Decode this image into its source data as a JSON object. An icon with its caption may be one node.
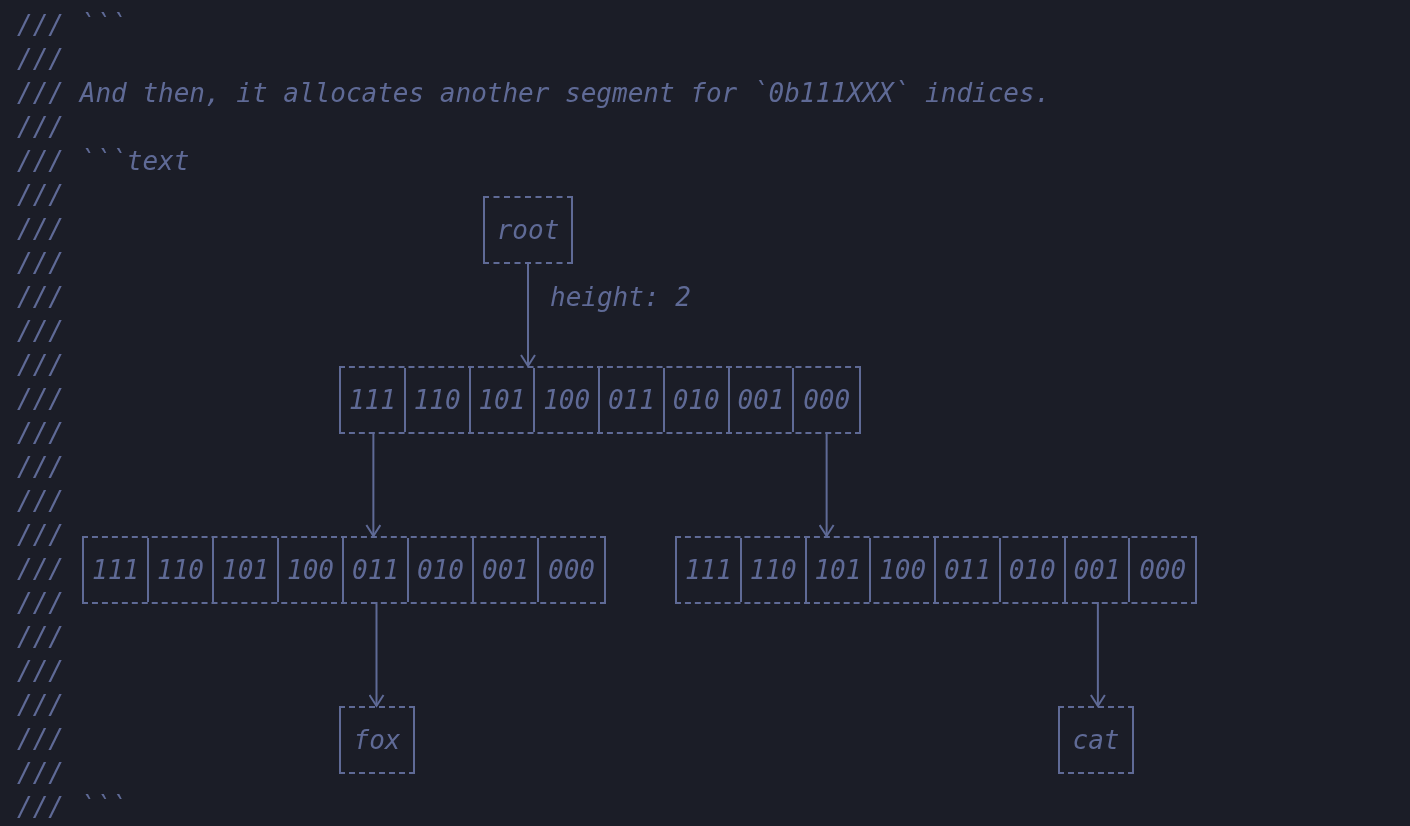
{
  "diagram": {
    "nodes": [
      {
        "text": [
          "root"
        ]
      },
      {
        "text": [],
        "shape": "box"
      },
      {
        "text": [
          "111"
        ],
        "in": 1
      },
      {
        "text": [
          "110"
        ],
        "in": 1
      },
      {
        "text": [
          "101"
        ],
        "in": 1
      },
      {
        "text": [
          "100"
        ],
        "in": 1
      },
      {
        "text": [
          "011"
        ],
        "in": 1
      },
      {
        "text": [
          "010"
        ],
        "in": 1
      },
      {
        "text": [
          "001"
        ],
        "in": 1
      },
      {
        "text": [
          "000"
        ],
        "in": 1
      },
      {
        "text": [],
        "shape": "box"
      },
      {
        "text": [
          "111"
        ],
        "in": 10
      },
      {
        "text": [
          "110"
        ],
        "in": 10
      },
      {
        "text": [
          "101"
        ],
        "in": 10
      },
      {
        "text": [
          "100"
        ],
        "in": 10
      },
      {
        "text": [
          "011"
        ],
        "in": 10
      },
      {
        "text": [
          "010"
        ],
        "in": 10
      },
      {
        "text": [
          "001"
        ],
        "in": 10
      },
      {
        "text": [
          "000"
        ],
        "in": 10
      },
      {
        "text": [],
        "shape": "box"
      },
      {
        "text": [
          "111"
        ],
        "in": 19
      },
      {
        "text": [
          "110"
        ],
        "in": 19
      },
      {
        "text": [
          "101"
        ],
        "in": 19
      },
      {
        "text": [
          "100"
        ],
        "in": 19
      },
      {
        "text": [
          "011"
        ],
        "in": 19
      },
      {
        "text": [
          "010"
        ],
        "in": 19
      },
      {
        "text": [
          "001"
        ],
        "in": 19
      },
      {
        "text": [
          "000"
        ],
        "in": 19
      },
      {
        "text": [
          "fox"
        ]
      },
      {
        "text": [
          "cat"
        ]
      }
    ],
    "edges": [
      {
        "from": 0,
        "to": 1,
        "arrow": "to",
        "label": "height: 2"
      },
      {
        "from": 2,
        "to": 10,
        "arrow": "to"
      },
      {
        "from": 9,
        "to": 19,
        "arrow": "to"
      },
      {
        "from": 15,
        "to": 28,
        "arrow": "to"
      },
      {
        "from": 26,
        "to": 29,
        "arrow": "to"
      }
    ],
    "labels": [
      "///",
      "```",
      "///",
      "///",
      "And then, it allocates another segment for `0b111XXX` indices.",
      "///",
      "///",
      "```text",
      "///",
      "///",
      "///",
      "///",
      "///",
      "///",
      "///",
      "///",
      "///",
      "///",
      "///",
      "///",
      "///",
      "///",
      "///",
      "///",
      "///",
      "///",
      "///",
      "```"
    ]
  }
}
